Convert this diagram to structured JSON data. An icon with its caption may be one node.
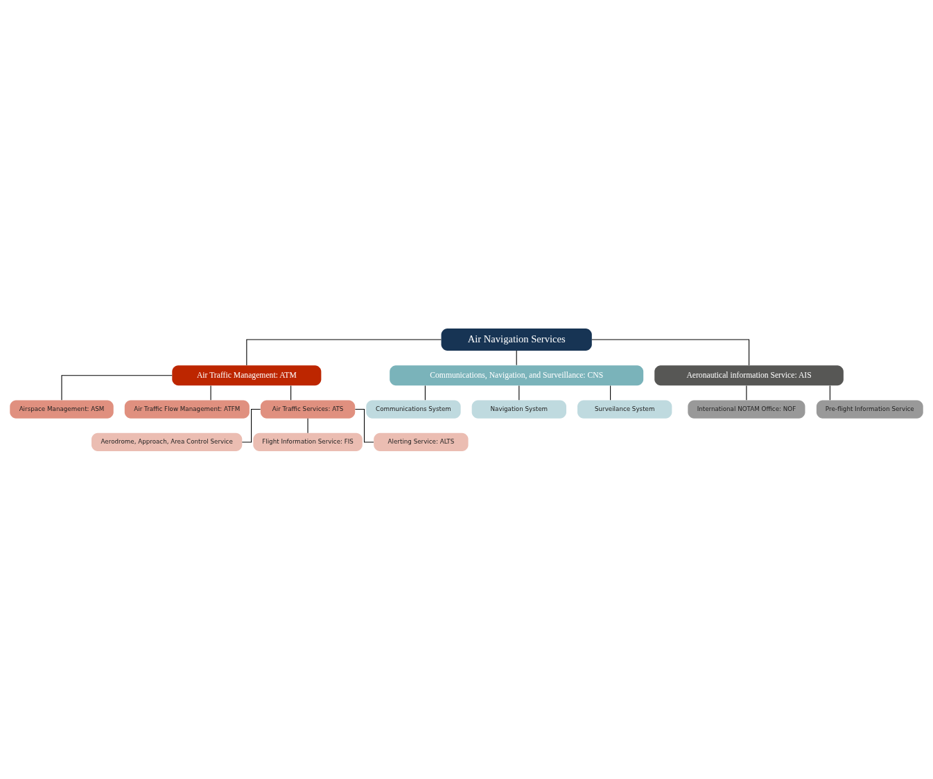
{
  "diagram": {
    "nodes": [
      {
        "text": [
          "Air Navigation Services"
        ]
      },
      {
        "text": [
          "Air Traffic Management: ATM"
        ]
      },
      {
        "text": [
          "Communications, Navigation, and Surveillance: CNS"
        ]
      },
      {
        "text": [
          "Aeronautical information Service: AIS"
        ]
      },
      {
        "text": [
          "Airspace Management: ASM"
        ]
      },
      {
        "text": [
          "Air Traffic Flow Management: ATFM"
        ]
      },
      {
        "text": [
          "Air Traffic Services: ATS"
        ]
      },
      {
        "text": [
          "Aerodrome, Approach, Area Control Service"
        ]
      },
      {
        "text": [
          "Flight Information Service: FIS"
        ]
      },
      {
        "text": [
          "Alerting Service: ALTS"
        ]
      },
      {
        "text": [
          "Communications System"
        ]
      },
      {
        "text": [
          "Navigation System"
        ]
      },
      {
        "text": [
          "Surveilance System"
        ]
      },
      {
        "text": [
          "International NOTAM Office: NOF"
        ]
      },
      {
        "text": [
          "Pre-flight Information Service"
        ]
      }
    ],
    "edges": [
      {
        "from": 0,
        "to": 1,
        "arrow": "none"
      },
      {
        "from": 0,
        "to": 2,
        "arrow": "none"
      },
      {
        "from": 0,
        "to": 3,
        "arrow": "none"
      },
      {
        "from": 1,
        "to": 4,
        "arrow": "none"
      },
      {
        "from": 1,
        "to": 5,
        "arrow": "none"
      },
      {
        "from": 1,
        "to": 6,
        "arrow": "none"
      },
      {
        "from": 6,
        "to": 7,
        "arrow": "none"
      },
      {
        "from": 6,
        "to": 8,
        "arrow": "none"
      },
      {
        "from": 6,
        "to": 9,
        "arrow": "none"
      },
      {
        "from": 2,
        "to": 10,
        "arrow": "none"
      },
      {
        "from": 2,
        "to": 11,
        "arrow": "none"
      },
      {
        "from": 2,
        "to": 12,
        "arrow": "none"
      },
      {
        "from": 3,
        "to": 13,
        "arrow": "none"
      },
      {
        "from": 3,
        "to": 14,
        "arrow": "none"
      }
    ]
  }
}
